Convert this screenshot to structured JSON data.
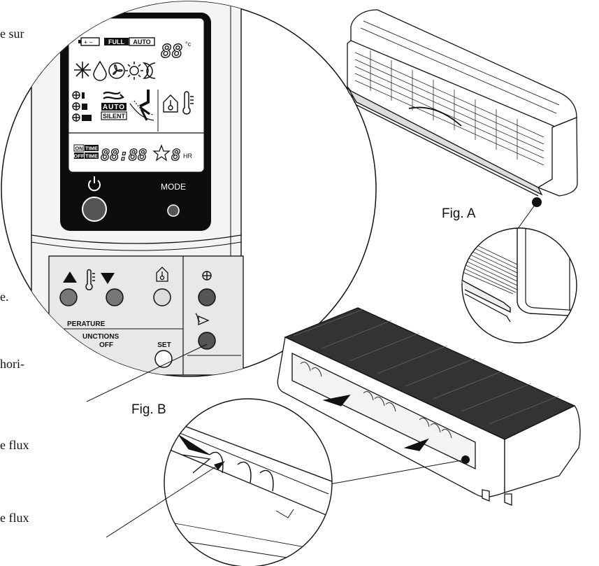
{
  "side_text": [
    "e sur",
    "e.",
    "hori-",
    "e flux",
    "e flux"
  ],
  "figures": {
    "a": "Fig. A",
    "b": "Fig. B"
  },
  "remote": {
    "lcd": {
      "full": "FULL",
      "auto": "AUTO",
      "temp_digits": "88",
      "temp_unit": "°c",
      "fan_auto": "AUTO",
      "silent": "SILENT",
      "on": "ON",
      "off": "OFF",
      "time": "TIME",
      "clock": "88:88",
      "hour_digit": "8",
      "hr": "HR"
    },
    "mode_label": "MODE",
    "panel": {
      "temperature": "PERATURE",
      "functions": "UNCTIONS",
      "off": "OFF",
      "set": "SET"
    }
  },
  "colors": {
    "line": "#111111",
    "button_dark": "#555555",
    "button_mid": "#777777",
    "button_light": "#dddddd",
    "panel": "#e8e8e8"
  }
}
